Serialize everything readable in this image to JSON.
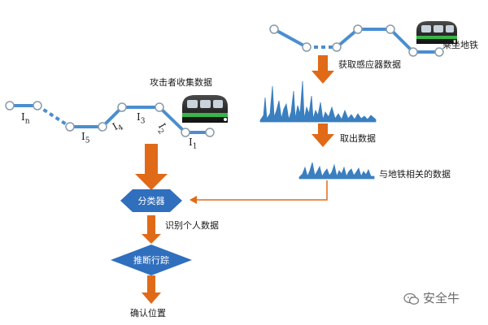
{
  "top_right": {
    "ride_label": "乘坐地铁",
    "sensor_label": "获取感应器数据",
    "extract_label": "取出数据",
    "related_label": "与地铁相关的数据"
  },
  "left": {
    "attacker_label": "攻击者收集数据",
    "station_labels": [
      "I",
      "I",
      "I",
      "I",
      "I",
      "I"
    ],
    "station_subscripts": [
      "n",
      "5",
      "4",
      "3",
      "2",
      "1"
    ]
  },
  "flow": {
    "classifier_label": "分类器",
    "identify_label": "识别个人数据",
    "infer_label": "推断行踪",
    "confirm_label": "确认位置"
  },
  "brand": {
    "name": "安全牛",
    "icon": "wechat-icon"
  },
  "colors": {
    "track": "#4a8ed0",
    "node_fill": "#ffffff",
    "node_stroke": "#8a9aa8",
    "arrow": "#e06a18",
    "shape": "#2f6fbd",
    "signal": "#3a7fc0",
    "train_body": "#1d1d1d",
    "train_stripe": "#3bb54a"
  }
}
